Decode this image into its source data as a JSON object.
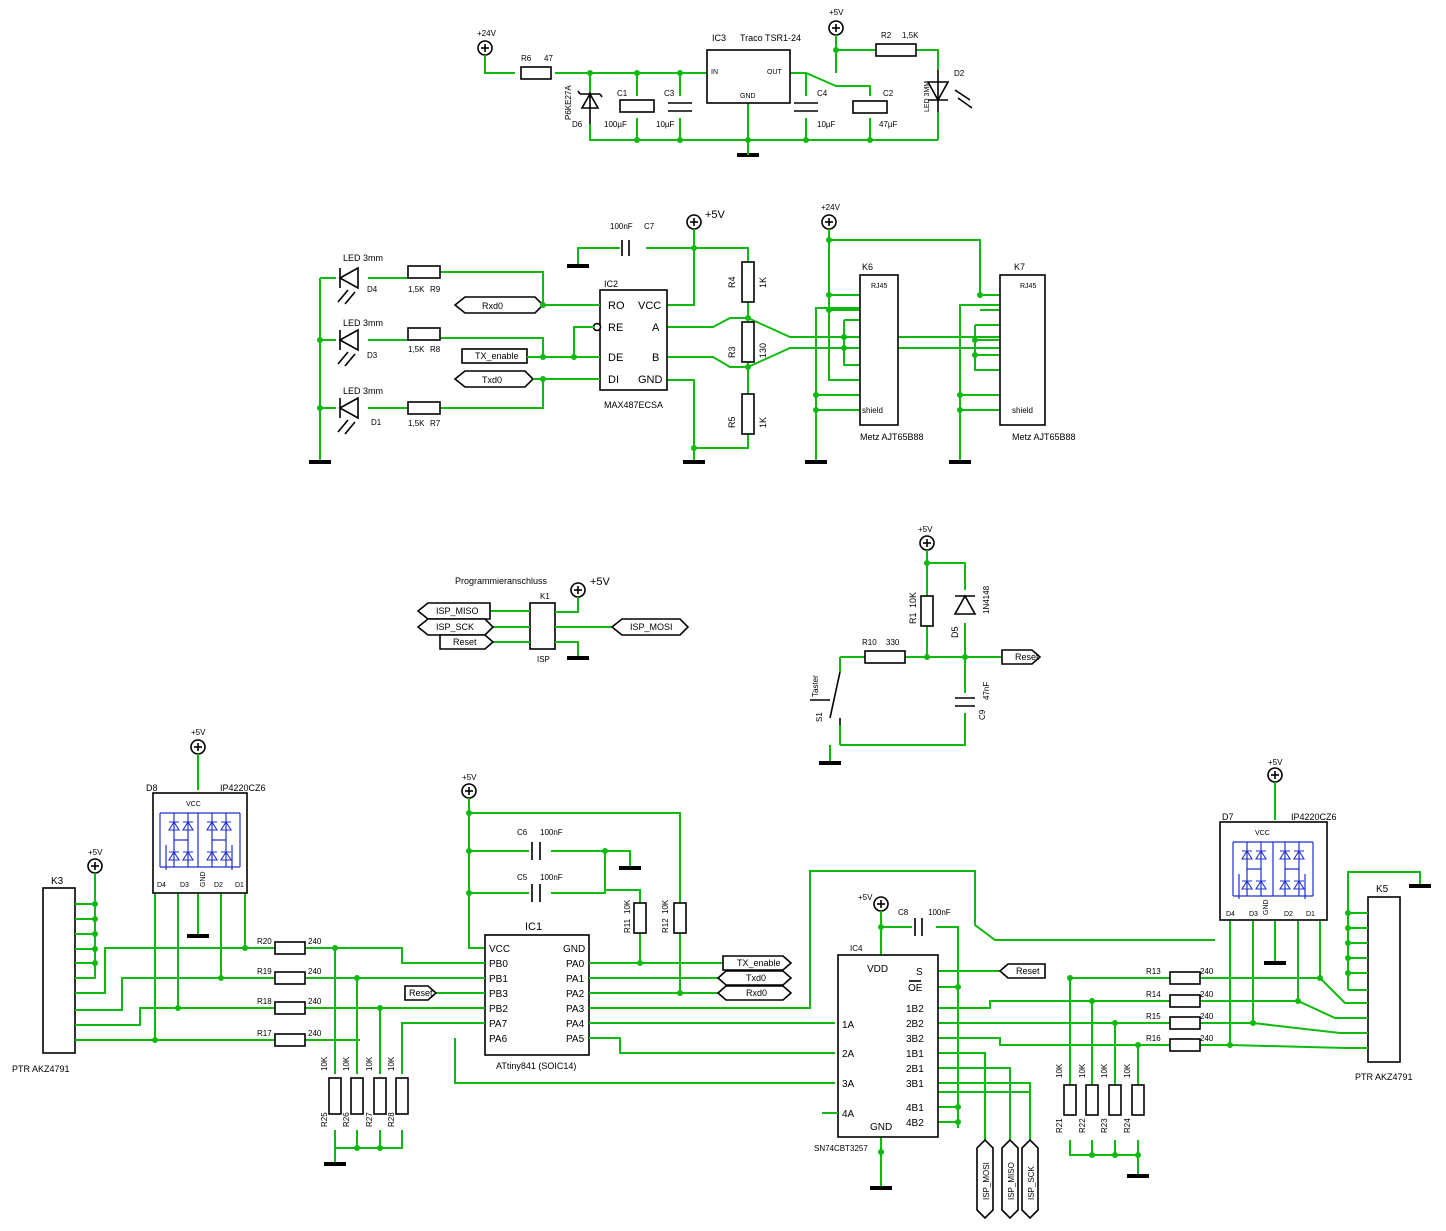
{
  "power": {
    "p24": "+24V",
    "p5": "+5V"
  },
  "psu": {
    "r6_name": "R6",
    "r6_val": "47",
    "d6_name": "D6",
    "d6_val": "P6KE27A",
    "c1_name": "C1",
    "c1_val": "100µF",
    "c3_name": "C3",
    "c3_val": "10µF",
    "ic3_name": "IC3",
    "ic3_val": "Traco TSR1-24",
    "ic3_in": "IN",
    "ic3_out": "OUT",
    "ic3_gnd": "GND",
    "c4_name": "C4",
    "c4_val": "10µF",
    "c2_name": "C2",
    "c2_val": "47µF",
    "r2_name": "R2",
    "r2_val": "1,5K",
    "d2_name": "D2",
    "d2_val": "LED 3MM"
  },
  "rs485": {
    "c7_name": "C7",
    "c7_val": "100nF",
    "ic2_name": "IC2",
    "ic2_val": "MAX487ECSA",
    "pins": [
      "RO",
      "RE",
      "DE",
      "DI",
      "VCC",
      "A",
      "B",
      "GND"
    ],
    "r4_name": "R4",
    "r4_val": "1K",
    "r3_name": "R3",
    "r3_val": "130",
    "r5_name": "R5",
    "r5_val": "1K",
    "led_val": "LED 3mm",
    "d4": "D4",
    "d3": "D3",
    "d1": "D1",
    "r9": "R9",
    "r8": "R8",
    "r7": "R7",
    "rled_val": "1,5K",
    "k6_name": "K6",
    "k6_val": "Metz AJT65B88",
    "k7_name": "K7",
    "k7_val": "Metz AJT65B88",
    "rj45": "RJ45",
    "shield": "shield"
  },
  "nets": {
    "rxd0": "Rxd0",
    "txd0": "Txd0",
    "tx_enable": "TX_enable",
    "reset": "Reset",
    "isp_miso": "ISP_MISO",
    "isp_sck": "ISP_SCK",
    "isp_mosi": "ISP_MOSI"
  },
  "isp": {
    "title": "Programmieranschluss",
    "k1_name": "K1",
    "k1_val": "ISP"
  },
  "reset_ckt": {
    "r1_name": "R1",
    "r1_val": "10K",
    "d5_name": "D5",
    "d5_val": "1N4148",
    "r10_name": "R10",
    "r10_val": "330",
    "c9_name": "C9",
    "c9_val": "47nF",
    "s1_name": "S1",
    "s1_val": "Taster"
  },
  "ic1": {
    "name": "IC1",
    "val": "ATtiny841 (SOIC14)",
    "left": [
      "VCC",
      "PB0",
      "PB1",
      "PB3",
      "PB2",
      "PA7",
      "PA6"
    ],
    "right": [
      "GND",
      "PA0",
      "PA1",
      "PA2",
      "PA3",
      "PA4",
      "PA5"
    ],
    "c6_name": "C6",
    "c6_val": "100nF",
    "c5_name": "C5",
    "c5_val": "100nF",
    "r11_name": "R11",
    "r11_val": "10K",
    "r12_name": "R12",
    "r12_val": "10K"
  },
  "ic4": {
    "name": "IC4",
    "val": "SN74CBT3257",
    "c8_name": "C8",
    "c8_val": "100nF",
    "left": [
      "1A",
      "2A",
      "3A",
      "4A"
    ],
    "right": [
      "S",
      "OE",
      "1B2",
      "2B2",
      "3B2",
      "1B1",
      "2B1",
      "3B1",
      "4B1",
      "4B2"
    ],
    "vdd": "VDD",
    "gnd": "GND"
  },
  "left_io": {
    "d8_name": "D8",
    "d8_val": "IP4220CZ6",
    "k3_name": "K3",
    "k3_val": "PTR AKZ4791",
    "rs": [
      "R20",
      "R19",
      "R18",
      "R17"
    ],
    "rs_val": "240",
    "rd": [
      "R25",
      "R26",
      "R27",
      "R28"
    ],
    "rd_val": "10K"
  },
  "right_io": {
    "d7_name": "D7",
    "d7_val": "IP4220CZ6",
    "k5_name": "K5",
    "k5_val": "PTR AKZ4791",
    "rs": [
      "R13",
      "R14",
      "R15",
      "R16"
    ],
    "rs_val": "240",
    "rd": [
      "R21",
      "R22",
      "R23",
      "R24"
    ],
    "rd_val": "10K"
  },
  "ip_pins": {
    "vcc": "VCC",
    "gnd": "GND",
    "d4": "D4",
    "d3": "D3",
    "d2": "D2",
    "d1": "D1"
  }
}
